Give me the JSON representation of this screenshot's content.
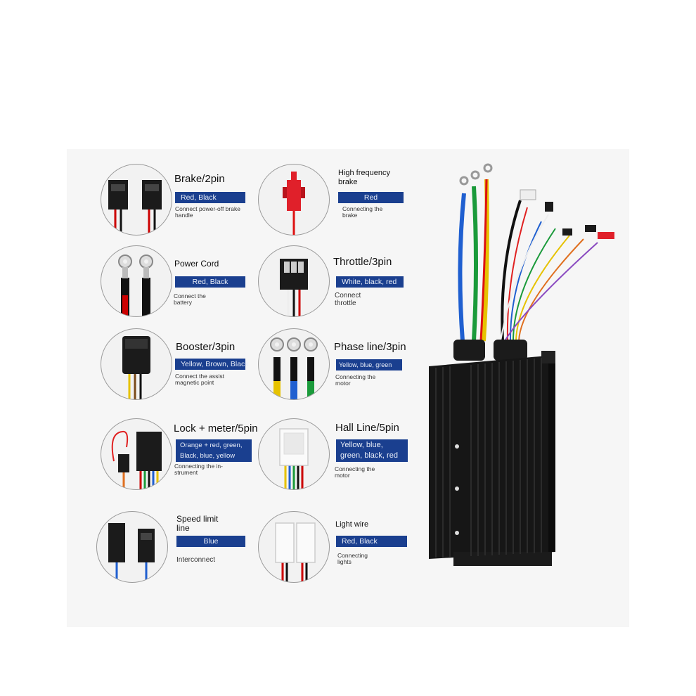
{
  "connectors": [
    {
      "id": "brake",
      "title": "Brake/2pin",
      "wires": "Red, Black",
      "desc": "Connect power-off brake handle"
    },
    {
      "id": "hf-brake",
      "title": "High frequency brake",
      "wires": "Red",
      "desc": "Connecting the brake"
    },
    {
      "id": "power",
      "title": "Power Cord",
      "wires": "Red, Black",
      "desc": "Connect the battery"
    },
    {
      "id": "throttle",
      "title": "Throttle/3pin",
      "wires": "White, black, red",
      "desc": "Connect throttle"
    },
    {
      "id": "booster",
      "title": "Booster/3pin",
      "wires": "Yellow, Brown, Black",
      "desc": "Connect the assist magnetic point"
    },
    {
      "id": "phase",
      "title": "Phase line/3pin",
      "wires": "Yellow, blue, green",
      "desc": "Connecting the motor"
    },
    {
      "id": "lock",
      "title": "Lock + meter/5pin",
      "wires": "Orange + red, green, Black, blue, yellow",
      "desc": "Connecting the in-strument"
    },
    {
      "id": "hall",
      "title": "Hall Line/5pin",
      "wires": "Yellow, blue, green, black, red",
      "desc": "Connecting the motor"
    },
    {
      "id": "speed",
      "title": "Speed limit line",
      "wires": "Blue",
      "desc": "Interconnect"
    },
    {
      "id": "light",
      "title": "Light wire",
      "wires": "Red, Black",
      "desc": "Connecting lights"
    }
  ],
  "colors": {
    "label_bg": "#1a3f8f",
    "controller": "#141414"
  }
}
